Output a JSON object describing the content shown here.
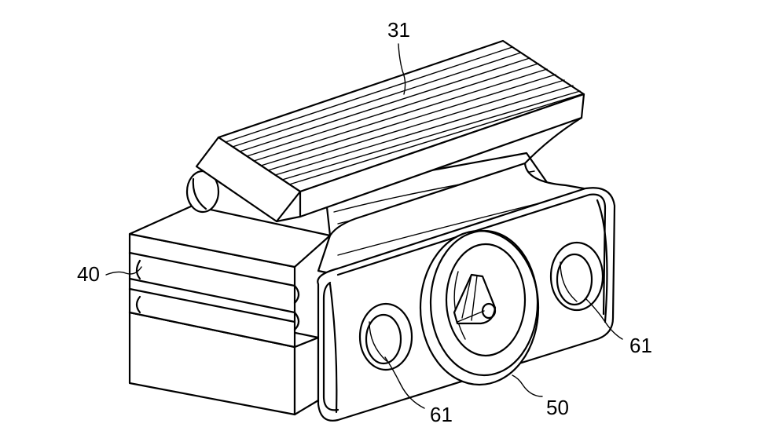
{
  "labels": {
    "ref_31": "31",
    "ref_40": "40",
    "ref_50": "50",
    "ref_61_left": "61",
    "ref_61_right": "61"
  }
}
